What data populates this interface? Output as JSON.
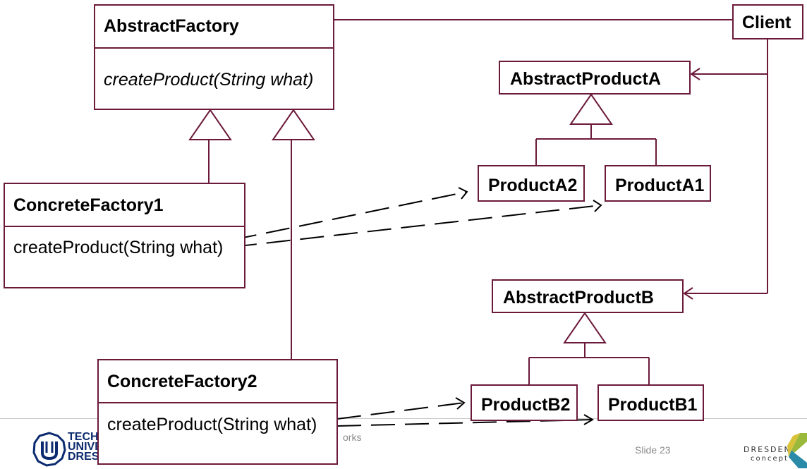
{
  "classes": {
    "abstract_factory": {
      "name": "AbstractFactory",
      "operation": "createProduct(String what)"
    },
    "concrete_factory1": {
      "name": "ConcreteFactory1",
      "operation": "createProduct(String what)"
    },
    "concrete_factory2": {
      "name": "ConcreteFactory2",
      "operation": "createProduct(String what)"
    },
    "client": {
      "name": "Client"
    },
    "abstract_product_a": {
      "name": "AbstractProductA"
    },
    "abstract_product_b": {
      "name": "AbstractProductB"
    },
    "product_a1": {
      "name": "ProductA1"
    },
    "product_a2": {
      "name": "ProductA2"
    },
    "product_b1": {
      "name": "ProductB1"
    },
    "product_b2": {
      "name": "ProductB2"
    }
  },
  "footer": {
    "slide": "Slide 23",
    "center_text": "orks",
    "tu_logo_lines": [
      "TECH",
      "UNIVE",
      "DRES"
    ],
    "dresden_logo": {
      "line1": "DRESDEN",
      "line2": "concept"
    }
  },
  "colors": {
    "uml_line": "#6b1a3a",
    "footer_text": "#8a8a8a",
    "tu_blue": "#0b2a6f"
  },
  "icons": {
    "tu_logo": "tu-dresden-logo-icon",
    "dresden_concept": "dresden-concept-logo-icon"
  }
}
